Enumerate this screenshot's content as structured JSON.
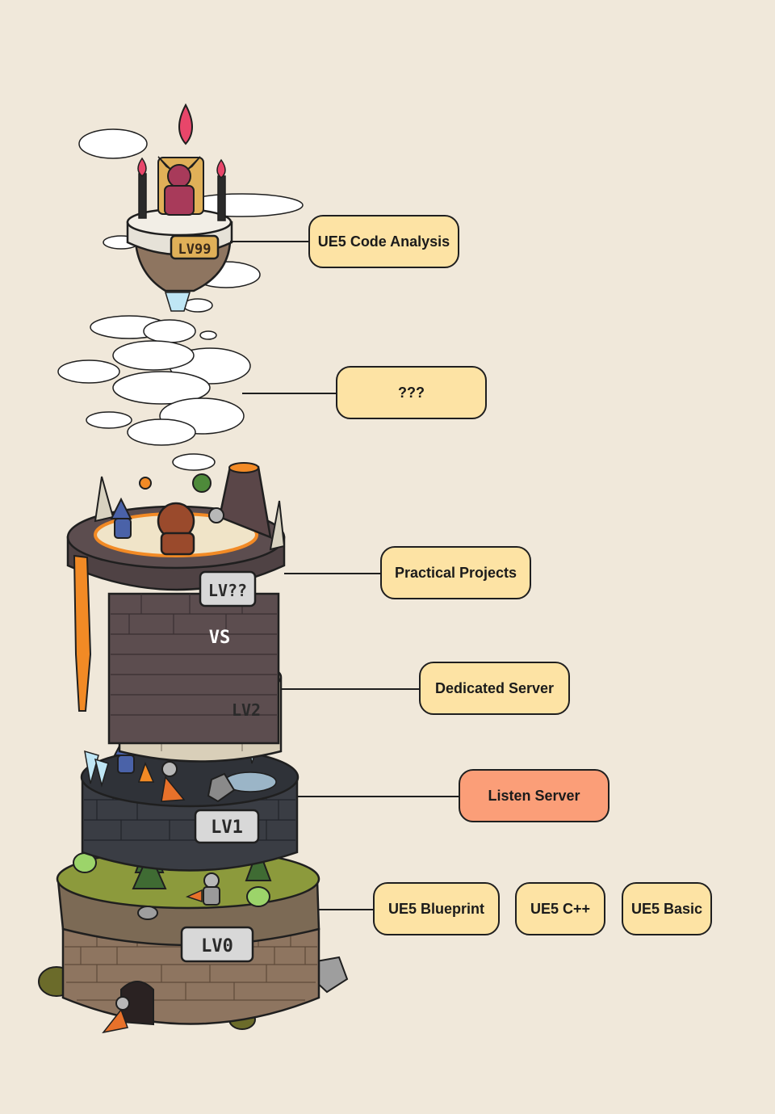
{
  "levels": [
    {
      "plate": "LV99",
      "box": "UE5 Code Analysis",
      "highlight": false
    },
    {
      "plate": "",
      "box": "???",
      "highlight": false
    },
    {
      "plate": "LV??",
      "box": "Practical Projects",
      "highlight": false
    },
    {
      "plate": "LV2",
      "box": "Dedicated Server",
      "highlight": false
    },
    {
      "plate": "LV1",
      "box": "Listen Server",
      "highlight": true
    },
    {
      "plate": "LV0",
      "box": "UE5 Blueprint",
      "highlight": false
    }
  ],
  "extra_boxes": [
    "UE5 C++",
    "UE5 Basic"
  ],
  "vs_text": "VS",
  "colors": {
    "background": "#f0e8da",
    "box_fill": "#fde3a4",
    "box_highlight": "#fb9e78",
    "outline": "#1f1f1f"
  }
}
